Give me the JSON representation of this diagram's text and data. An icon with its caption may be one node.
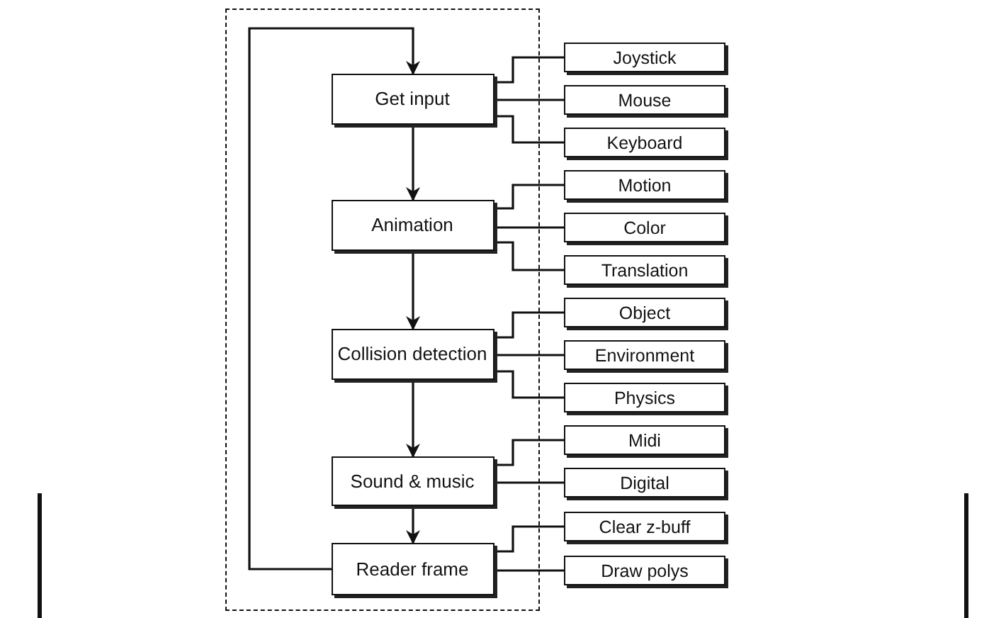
{
  "diagram": {
    "nodes": [
      {
        "text": [],
        "shape": "box"
      },
      {
        "text": [
          "Get input"
        ],
        "in": 0
      },
      {
        "text": [
          "Joystick"
        ]
      },
      {
        "text": [
          "Mouse"
        ]
      },
      {
        "text": [
          "Keyboard"
        ]
      },
      {
        "text": [
          "Animation"
        ],
        "in": 0
      },
      {
        "text": [
          "Motion"
        ]
      },
      {
        "text": [
          "Color"
        ]
      },
      {
        "text": [
          "Translation"
        ]
      },
      {
        "text": [
          "Collision detection"
        ],
        "in": 0
      },
      {
        "text": [
          "Object"
        ]
      },
      {
        "text": [
          "Environment"
        ]
      },
      {
        "text": [
          "Physics"
        ]
      },
      {
        "text": [
          "Sound & music"
        ],
        "in": 0
      },
      {
        "text": [
          "Midi"
        ]
      },
      {
        "text": [
          "Digital"
        ]
      },
      {
        "text": [
          "Reader frame"
        ],
        "in": 0
      },
      {
        "text": [
          "Clear z-buff"
        ]
      },
      {
        "text": [
          "Draw polys"
        ]
      }
    ],
    "edges": [
      {
        "from": 1,
        "to": 5,
        "arrow": "to"
      },
      {
        "from": 5,
        "to": 9,
        "arrow": "to"
      },
      {
        "from": 9,
        "to": 13,
        "arrow": "to"
      },
      {
        "from": 13,
        "to": 16,
        "arrow": "to"
      },
      {
        "from": 16,
        "to": 1,
        "arrow": "to"
      },
      {
        "from": 1,
        "to": 2,
        "arrow": "none"
      },
      {
        "from": 1,
        "to": 3,
        "arrow": "none"
      },
      {
        "from": 1,
        "to": 4,
        "arrow": "none"
      },
      {
        "from": 5,
        "to": 6,
        "arrow": "none"
      },
      {
        "from": 5,
        "to": 7,
        "arrow": "none"
      },
      {
        "from": 5,
        "to": 8,
        "arrow": "none"
      },
      {
        "from": 9,
        "to": 10,
        "arrow": "none"
      },
      {
        "from": 9,
        "to": 11,
        "arrow": "none"
      },
      {
        "from": 9,
        "to": 12,
        "arrow": "none"
      },
      {
        "from": 13,
        "to": 14,
        "arrow": "none"
      },
      {
        "from": 13,
        "to": 15,
        "arrow": "none"
      },
      {
        "from": 16,
        "to": 17,
        "arrow": "none"
      },
      {
        "from": 16,
        "to": 18,
        "arrow": "none"
      }
    ]
  }
}
